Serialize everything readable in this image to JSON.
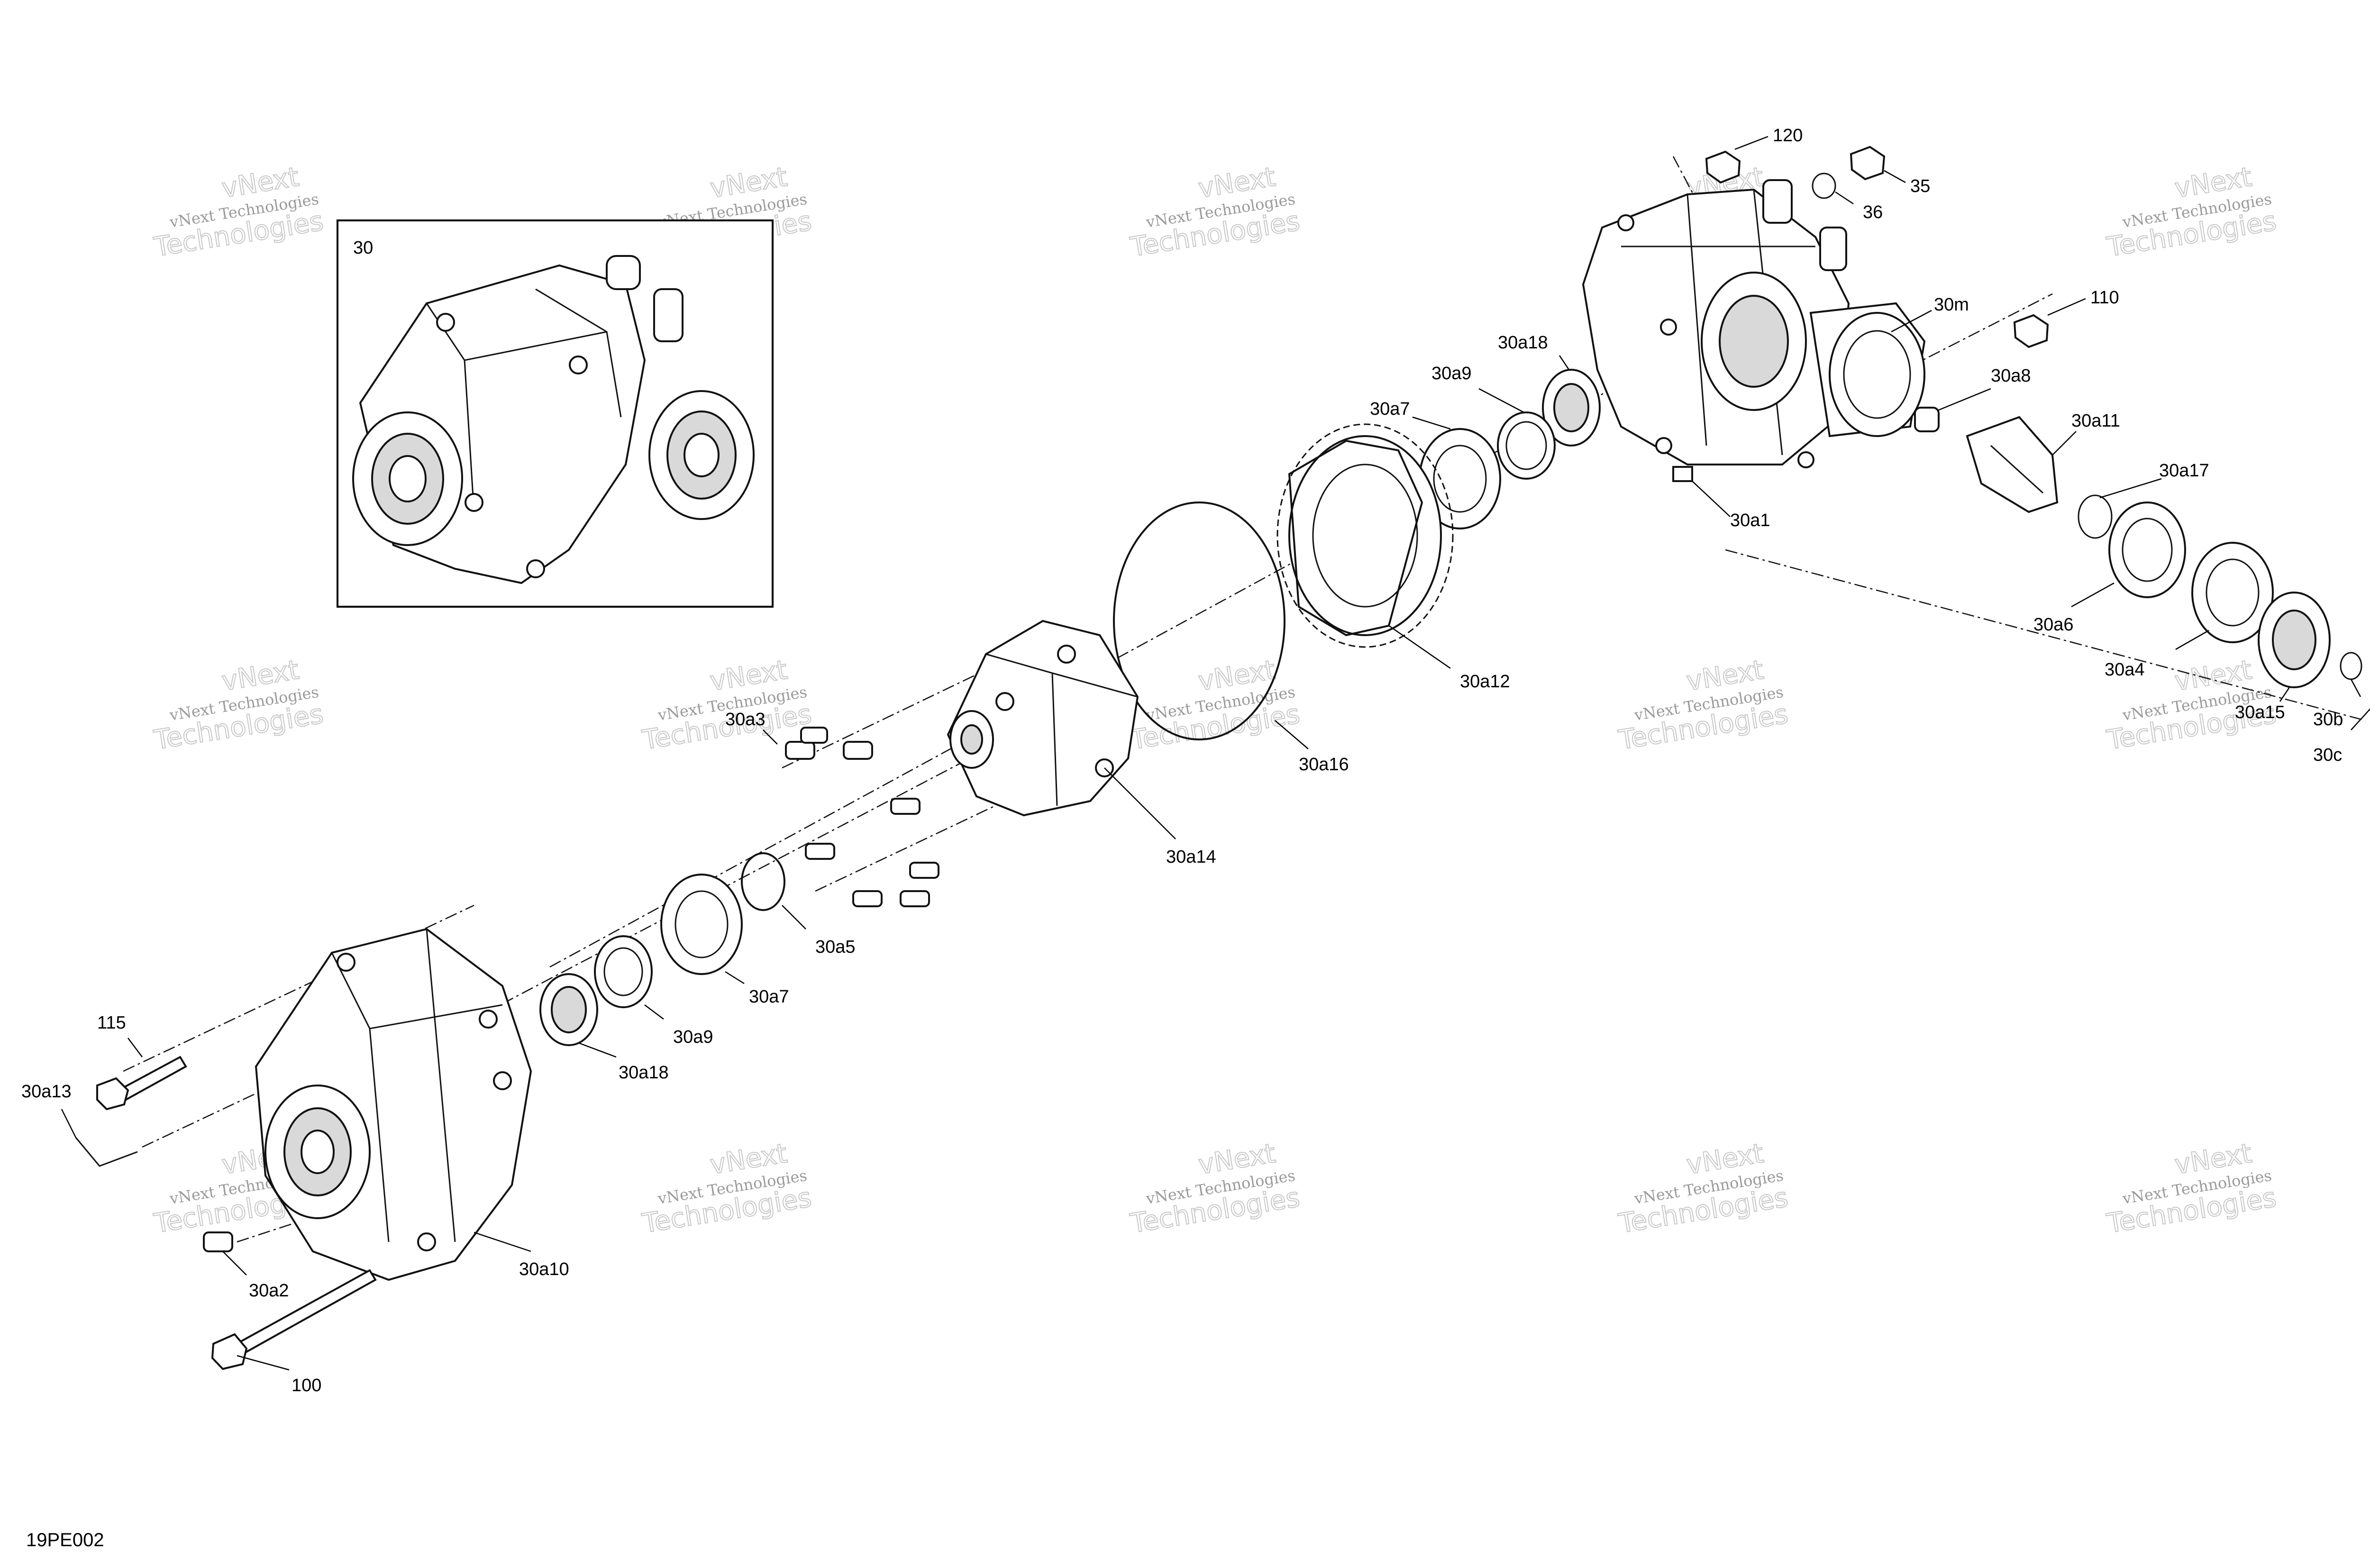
{
  "inset": {
    "label": "30"
  },
  "drawing_code": "19PE002",
  "watermark": {
    "line1": "vNext Technologies",
    "line2": "Technologies",
    "line3": "vNext"
  },
  "callouts": [
    {
      "id": "120",
      "text": "120"
    },
    {
      "id": "35",
      "text": "35"
    },
    {
      "id": "36",
      "text": "36"
    },
    {
      "id": "110",
      "text": "110"
    },
    {
      "id": "30m",
      "text": "30m"
    },
    {
      "id": "30a18_top",
      "text": "30a18"
    },
    {
      "id": "30a9_top",
      "text": "30a9"
    },
    {
      "id": "30a7_top",
      "text": "30a7"
    },
    {
      "id": "30a8",
      "text": "30a8"
    },
    {
      "id": "30a11",
      "text": "30a11"
    },
    {
      "id": "30a17",
      "text": "30a17"
    },
    {
      "id": "30a1",
      "text": "30a1"
    },
    {
      "id": "30a6",
      "text": "30a6"
    },
    {
      "id": "30a4",
      "text": "30a4"
    },
    {
      "id": "30a15",
      "text": "30a15"
    },
    {
      "id": "30b",
      "text": "30b"
    },
    {
      "id": "30c",
      "text": "30c"
    },
    {
      "id": "30a12",
      "text": "30a12"
    },
    {
      "id": "30a16",
      "text": "30a16"
    },
    {
      "id": "30a3",
      "text": "30a3"
    },
    {
      "id": "30a14",
      "text": "30a14"
    },
    {
      "id": "30a5",
      "text": "30a5"
    },
    {
      "id": "30a7_bottom",
      "text": "30a7"
    },
    {
      "id": "30a9_bottom",
      "text": "30a9"
    },
    {
      "id": "30a18_bottom",
      "text": "30a18"
    },
    {
      "id": "115",
      "text": "115"
    },
    {
      "id": "30a13",
      "text": "30a13"
    },
    {
      "id": "30a2",
      "text": "30a2"
    },
    {
      "id": "30a10",
      "text": "30a10"
    },
    {
      "id": "100",
      "text": "100"
    }
  ]
}
